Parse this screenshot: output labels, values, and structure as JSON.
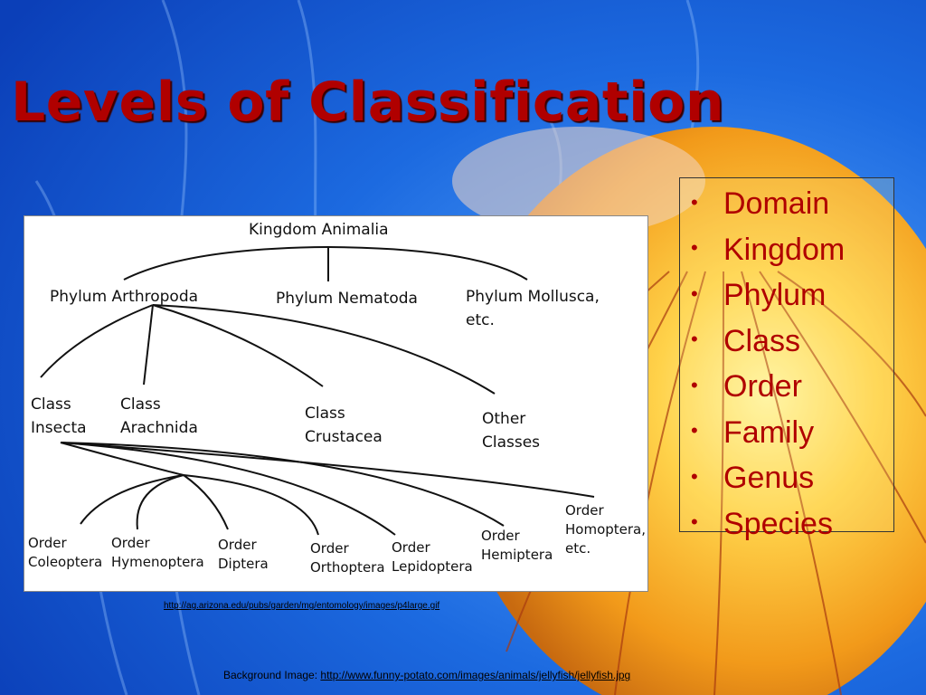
{
  "slide": {
    "title": "Levels of Classification",
    "colors": {
      "title": "#b00000",
      "bullets": "#b00000",
      "background_blue": "#1a5fd8",
      "jelly_orange": "#f0a020"
    },
    "bullets": [
      "Domain",
      "Kingdom",
      "Phylum",
      "Class",
      "Order",
      "Family",
      "Genus",
      "Species"
    ],
    "bullet_icon": "bullet-dot-icon"
  },
  "diagram": {
    "kingdom": "Kingdom Animalia",
    "phyla": [
      {
        "lines": [
          "Phylum Arthropoda"
        ]
      },
      {
        "lines": [
          "Phylum Nematoda"
        ]
      },
      {
        "lines": [
          "Phylum Mollusca,",
          "etc."
        ]
      }
    ],
    "classes": [
      {
        "lines": [
          "Class",
          "Insecta"
        ]
      },
      {
        "lines": [
          "Class",
          "Arachnida"
        ]
      },
      {
        "lines": [
          "Class",
          "Crustacea"
        ]
      },
      {
        "lines": [
          "Other",
          "Classes"
        ]
      }
    ],
    "orders": [
      {
        "lines": [
          "Order",
          "Coleoptera"
        ]
      },
      {
        "lines": [
          "Order",
          "Hymenoptera"
        ]
      },
      {
        "lines": [
          "Order",
          "Diptera"
        ]
      },
      {
        "lines": [
          "Order",
          "Orthoptera"
        ]
      },
      {
        "lines": [
          "Order",
          "Lepidoptera"
        ]
      },
      {
        "lines": [
          "Order",
          "Hemiptera"
        ]
      },
      {
        "lines": [
          "Order",
          "Homoptera,",
          "etc."
        ]
      }
    ]
  },
  "credits": {
    "image_link": "http://ag.arizona.edu/pubs/garden/mg/entomology/images/p4large.gif",
    "background_label": "Background Image: ",
    "background_link": "http://www.funny-potato.com/images/animals/jellyfish/jellyfish.jpg"
  }
}
